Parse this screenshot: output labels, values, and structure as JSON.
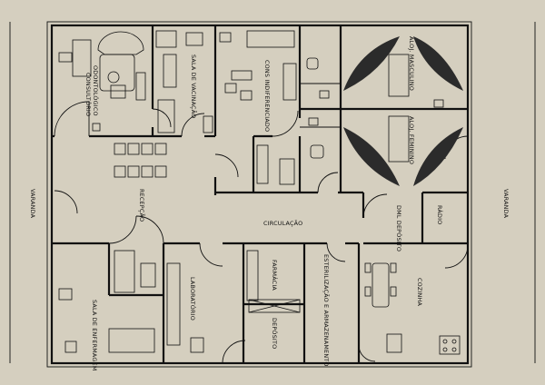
{
  "rooms": {
    "odontologico": "ODONTOLÓGICO",
    "consultorio": "CONSULTÓRIO",
    "sala_vacinacao": "SALA DE VACINAÇÃO",
    "cons_indiferenciado": "CONS INDIFERENCIADO",
    "alojamento_masculino": "ALOJ. MASCULINO",
    "alojamento_feminino": "ALOJ. FEMININO",
    "recepcao": "RECEPÇÃO",
    "circulacao": "CIRCULAÇÃO",
    "dml_deposito": "DML DEPÓSITO",
    "radio": "RÁDIO",
    "varanda_left": "VARANDA",
    "varanda_right": "VARANDA",
    "sala_enfermagem": "SALA DE ENFERMAGEM",
    "laboratorio": "LABORATÓRIO",
    "farmacia": "FARMÁCIA",
    "deposito": "DEPÓSITO",
    "esterilizacao": "ESTERILIZAÇÃO E ARMAZENAMENTO",
    "cozinha": "COZINHA"
  }
}
